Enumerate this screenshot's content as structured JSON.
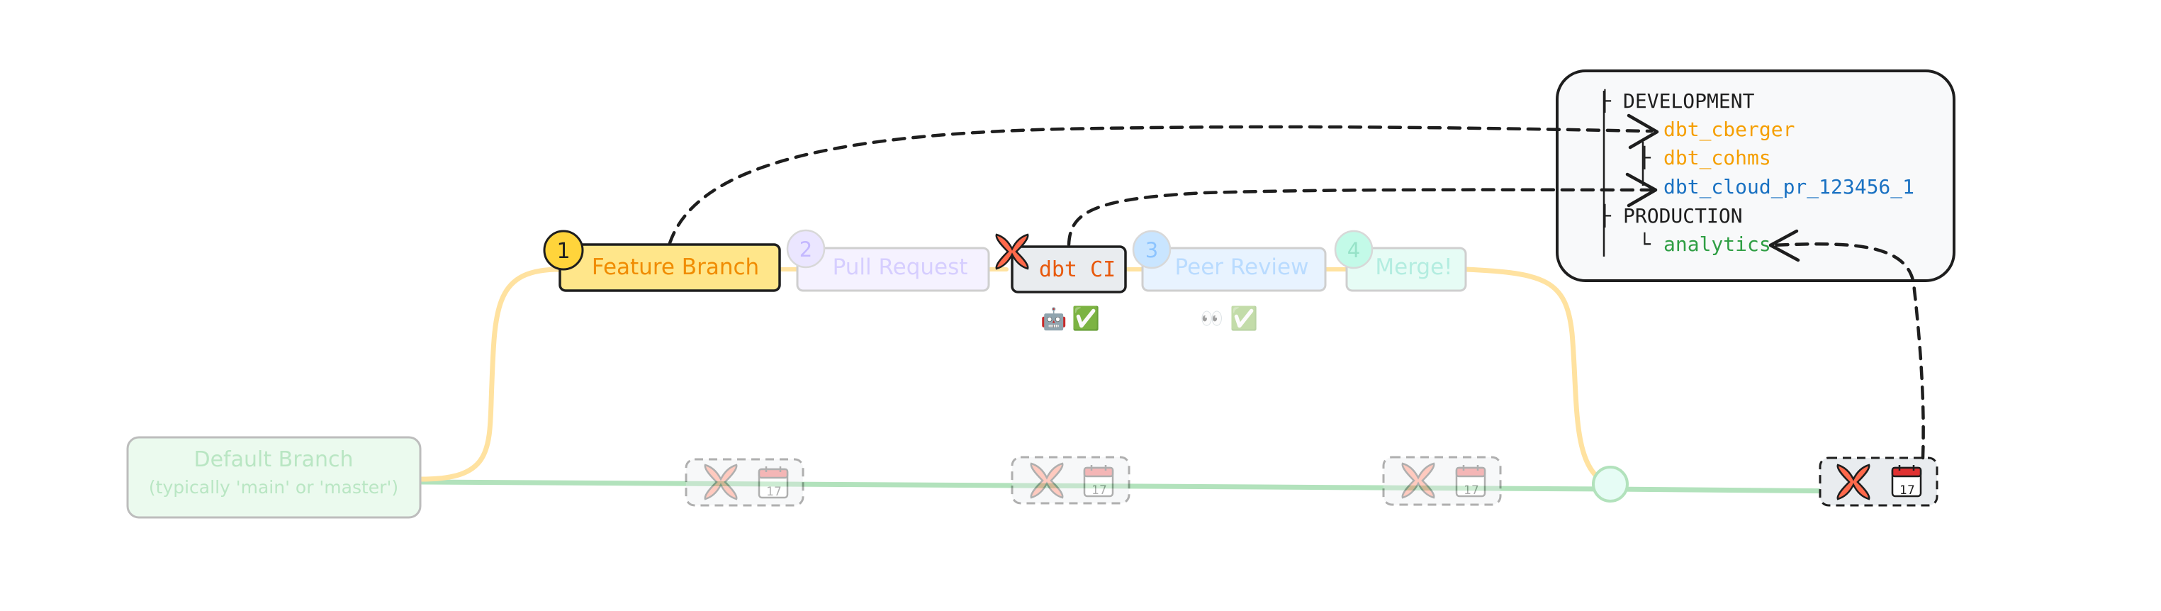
{
  "colors": {
    "branch_line": "#b2e2bc",
    "feature_line": "#ffe2a0",
    "default_fill": "#ebfaee",
    "default_stroke": "#bdbdbd",
    "default_text": "#b9e6c3",
    "feature_fill": "#ffe68a",
    "feature_text": "#f08c00",
    "badge_yellow": "#ffd43b",
    "pr_fill": "#f5f2ff",
    "pr_text": "#d6ceff",
    "pr_badge": "#ebe6ff",
    "ci_fill": "#e9ecef",
    "ci_text": "#e8590c",
    "review_fill": "#e8f3ff",
    "review_text": "#b9dbff",
    "review_badge": "#c9e5ff",
    "merge_fill": "#e6fcf5",
    "merge_text": "#b3ede0",
    "merge_badge": "#c3fae8",
    "dbt_orange": "#ff694b",
    "tree_dev_schema": "#f59f00",
    "tree_pr_schema": "#1971c2",
    "tree_prod_schema": "#2f9e44",
    "box_fill": "#f8f9fa"
  },
  "default_branch": {
    "title": "Default Branch",
    "subtitle": "(typically 'main' or 'master')"
  },
  "steps": [
    {
      "number": "1",
      "label": "Feature Branch"
    },
    {
      "number": "2",
      "label": "Pull Request"
    },
    {
      "number": "",
      "label": "dbt CI"
    },
    {
      "number": "3",
      "label": "Peer Review"
    },
    {
      "number": "4",
      "label": "Merge!"
    }
  ],
  "ci_status": {
    "actor": "🤖",
    "check": "✅"
  },
  "review_status": {
    "actor": "👀",
    "check": "✅"
  },
  "scheduled_job": {
    "calendar_day": "17"
  },
  "env_tree": {
    "development": {
      "branch": "├",
      "label": "DEVELOPMENT"
    },
    "dev_schema_1": {
      "branch": "├",
      "label": "dbt_cberger"
    },
    "dev_schema_2": {
      "branch": "├",
      "label": "dbt_cohms"
    },
    "pr_schema": {
      "branch": "└",
      "label": "dbt_cloud_pr_123456_1"
    },
    "production": {
      "branch": "├",
      "label": "PRODUCTION"
    },
    "prod_schema": {
      "branch": "└",
      "label": "analytics"
    }
  }
}
